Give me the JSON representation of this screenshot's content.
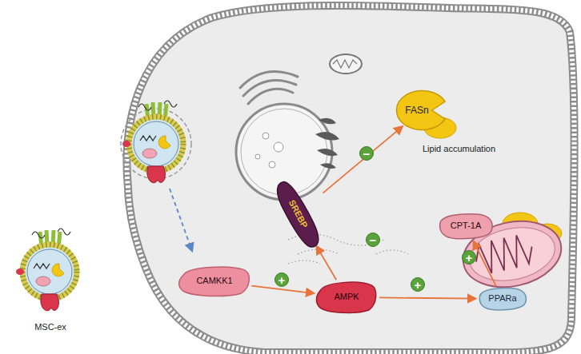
{
  "diagram": {
    "nodes": [
      {
        "text": [
          "MSC-ex"
        ]
      },
      {
        "text": [
          "FASn"
        ]
      },
      {
        "text": [
          "SREBP"
        ]
      },
      {
        "text": [
          "CAMKK1"
        ]
      },
      {
        "text": [
          "AMPK"
        ]
      },
      {
        "text": [
          "CPT-1A"
        ]
      },
      {
        "text": [
          "PPARa"
        ]
      }
    ],
    "edges": [
      {
        "from": 3,
        "to": 4,
        "label": "+",
        "arrow": "to"
      },
      {
        "from": 4,
        "to": 2,
        "label": "−",
        "arrow": "to"
      },
      {
        "from": 2,
        "to": 1,
        "label": "−",
        "arrow": "to"
      },
      {
        "from": 4,
        "to": 6,
        "label": "+",
        "arrow": "to"
      },
      {
        "from": 6,
        "to": 5,
        "label": "+",
        "arrow": "to"
      }
    ],
    "labels": [
      "Lipid accumulation"
    ]
  }
}
